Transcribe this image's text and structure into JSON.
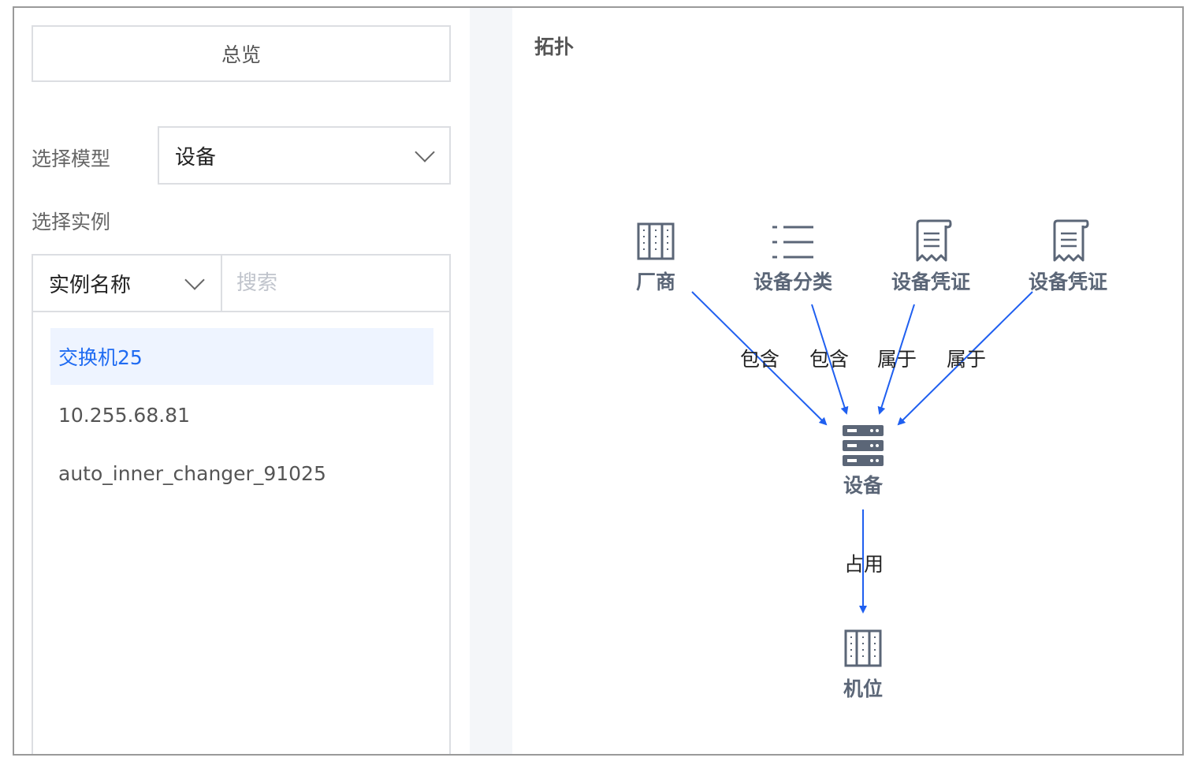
{
  "sidebar": {
    "overview_label": "总览",
    "model_label": "选择模型",
    "model_value": "设备",
    "instance_label": "选择实例",
    "filter_field": "实例名称",
    "search_placeholder": "搜索",
    "instances": [
      {
        "label": "交换机25",
        "selected": true
      },
      {
        "label": "10.255.68.81",
        "selected": false
      },
      {
        "label": "auto_inner_changer_91025",
        "selected": false
      }
    ]
  },
  "topology": {
    "title": "拓扑",
    "nodes": {
      "vendor": {
        "label": "厂商",
        "icon": "building-icon"
      },
      "category": {
        "label": "设备分类",
        "icon": "list-icon"
      },
      "credential1": {
        "label": "设备凭证",
        "icon": "receipt-icon"
      },
      "credential2": {
        "label": "设备凭证",
        "icon": "receipt-icon"
      },
      "device": {
        "label": "设备",
        "icon": "server-icon"
      },
      "rack": {
        "label": "机位",
        "icon": "building-icon"
      }
    },
    "edges": {
      "vendor_device": "包含",
      "category_device": "包含",
      "credential1_device": "属于",
      "credential2_device": "属于",
      "device_rack": "占用"
    },
    "colors": {
      "edge": "#1f5ff0",
      "icon": "#5b6677"
    }
  }
}
